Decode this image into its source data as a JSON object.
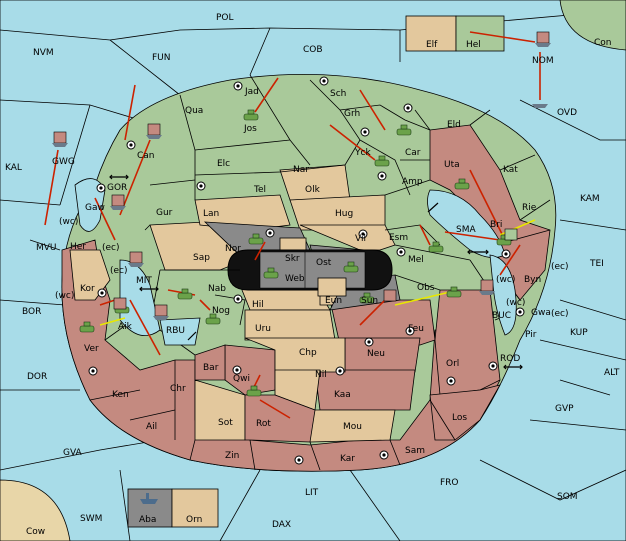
{
  "colors": {
    "sea": "#a8dce8",
    "green": "#a9c99a",
    "tan": "#e3c89d",
    "red": "#c48a80",
    "grey": "#8a8a8a",
    "sand": "#e8d6a8",
    "orders": "#cc2200",
    "supports": "#e8e800"
  },
  "sea_labels": {
    "pol": "POL",
    "nvm": "NVM",
    "fun": "FUN",
    "cob": "COB",
    "con": "Con",
    "nom": "NOM",
    "ovd": "OVD",
    "kal": "KAL",
    "kam": "KAM",
    "mvu": "MVU",
    "tei": "TEI",
    "bor": "BOR",
    "kup": "KUP",
    "alt": "ALT",
    "dor": "DOR",
    "gvp": "GVP",
    "gva": "GVA",
    "fro": "FRO",
    "som": "SOM",
    "lit": "LIT",
    "swm": "SWM",
    "dax": "DAX",
    "cow": "Cow",
    "sma": "SMA",
    "rod": "ROD",
    "buc": "BUC",
    "mit": "MIT",
    "rbu": "RBU",
    "gor": "GOR"
  },
  "coast_labels": [
    "(wc)",
    "(ec)",
    "(ec)",
    "(wc)",
    "(ec)",
    "(wc)",
    "(wc)",
    "(ec)"
  ],
  "land_labels": {
    "elf": "Elf",
    "hel": "Hel",
    "jad": "Jad",
    "sch": "Sch",
    "qua": "Qua",
    "jos": "Jos",
    "grh": "Grh",
    "eld": "Eld",
    "can": "Can",
    "gwg": "GWG",
    "yck": "Yck",
    "car": "Car",
    "uta": "Uta",
    "kat": "Kat",
    "elc": "Elc",
    "nar": "Nar",
    "amp": "Amp",
    "tel": "Tel",
    "olk": "Olk",
    "rie": "Rie",
    "gaw": "Gaw",
    "gur": "Gur",
    "lan": "Lan",
    "hug": "Hug",
    "bri": "Bri",
    "her": "Her",
    "esm": "Esm",
    "vil": "Vil",
    "nor": "Nor",
    "skr": "Skr",
    "sap": "Sap",
    "ost": "Ost",
    "mel": "Mel",
    "byn": "Byn",
    "web": "Web",
    "kor": "Kor",
    "nab": "Nab",
    "obs": "Obs",
    "eun": "Eun",
    "sun": "Sun",
    "hil": "Hil",
    "nog": "Nog",
    "gwa": "Gwa",
    "aik": "Aik",
    "pir": "Pir",
    "uru": "Uru",
    "feu": "Feu",
    "ver": "Ver",
    "chp": "Chp",
    "neu": "Neu",
    "orl": "Orl",
    "bar": "Bar",
    "qwi": "Qwi",
    "nil": "Nil",
    "ken": "Ken",
    "chr": "Chr",
    "kaa": "Kaa",
    "sot": "Sot",
    "rot": "Rot",
    "ail": "Ail",
    "los": "Los",
    "mou": "Mou",
    "sam": "Sam",
    "zin": "Zin",
    "kar": "Kar",
    "aba": "Aba",
    "orn": "Orn"
  },
  "units": {
    "armies": [
      "jos-army",
      "grh-army",
      "car-army",
      "yck-army",
      "uta-army",
      "nor-army",
      "ost-army",
      "mel-army",
      "bri-army",
      "obs-army",
      "sun-army",
      "nab-army",
      "nog-army",
      "aik-army",
      "rot-army"
    ],
    "fleets": [
      "nom-fleet",
      "ovd-fleet",
      "gwg-fleet",
      "can-fleet",
      "gor-fleet",
      "mit-fleet",
      "aik-fleet",
      "buc-fleet",
      "sun-fleet",
      "aba-fleet"
    ]
  }
}
